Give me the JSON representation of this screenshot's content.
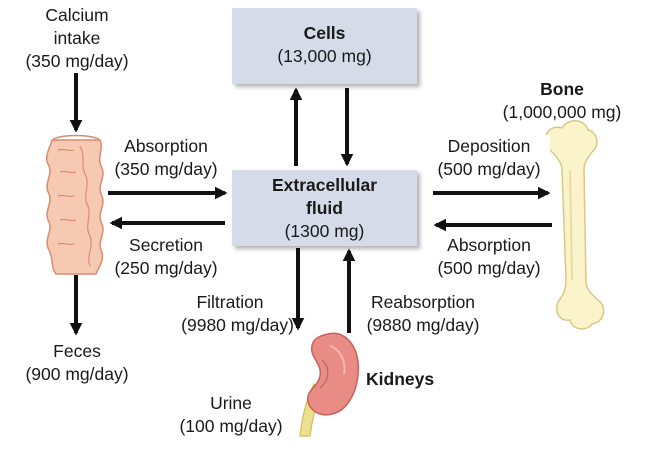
{
  "colors": {
    "box_fill": "#d5dbe8",
    "arrow": "#111111",
    "intestine": "#f6c9b3",
    "bone": "#fbf3c9",
    "kidney": "#e98c86",
    "ureter": "#ede08e"
  },
  "icons": [
    "intestine-illustration",
    "bone-illustration",
    "kidney-illustration"
  ],
  "nodes": {
    "cells": {
      "title": "Cells",
      "amount": "(13,000 mg)"
    },
    "ecf": {
      "title_line1": "Extracellular",
      "title_line2": "fluid",
      "amount": "(1300 mg)"
    },
    "bone": {
      "title": "Bone",
      "amount": "(1,000,000 mg)"
    },
    "kidneys": {
      "title": "Kidneys"
    },
    "intake": {
      "line1": "Calcium",
      "line2": "intake",
      "amount": "(350 mg/day)"
    },
    "feces": {
      "line1": "Feces",
      "amount": "(900 mg/day)"
    },
    "urine": {
      "line1": "Urine",
      "amount": "(100 mg/day)"
    }
  },
  "flows": {
    "gut_absorption": {
      "name": "Absorption",
      "amount": "(350 mg/day)"
    },
    "secretion": {
      "name": "Secretion",
      "amount": "(250 mg/day)"
    },
    "deposition": {
      "name": "Deposition",
      "amount": "(500 mg/day)"
    },
    "bone_absorption": {
      "name": "Absorption",
      "amount": "(500 mg/day)"
    },
    "filtration": {
      "name": "Filtration",
      "amount": "(9980 mg/day)"
    },
    "reabsorption": {
      "name": "Reabsorption",
      "amount": "(9880 mg/day)"
    }
  }
}
